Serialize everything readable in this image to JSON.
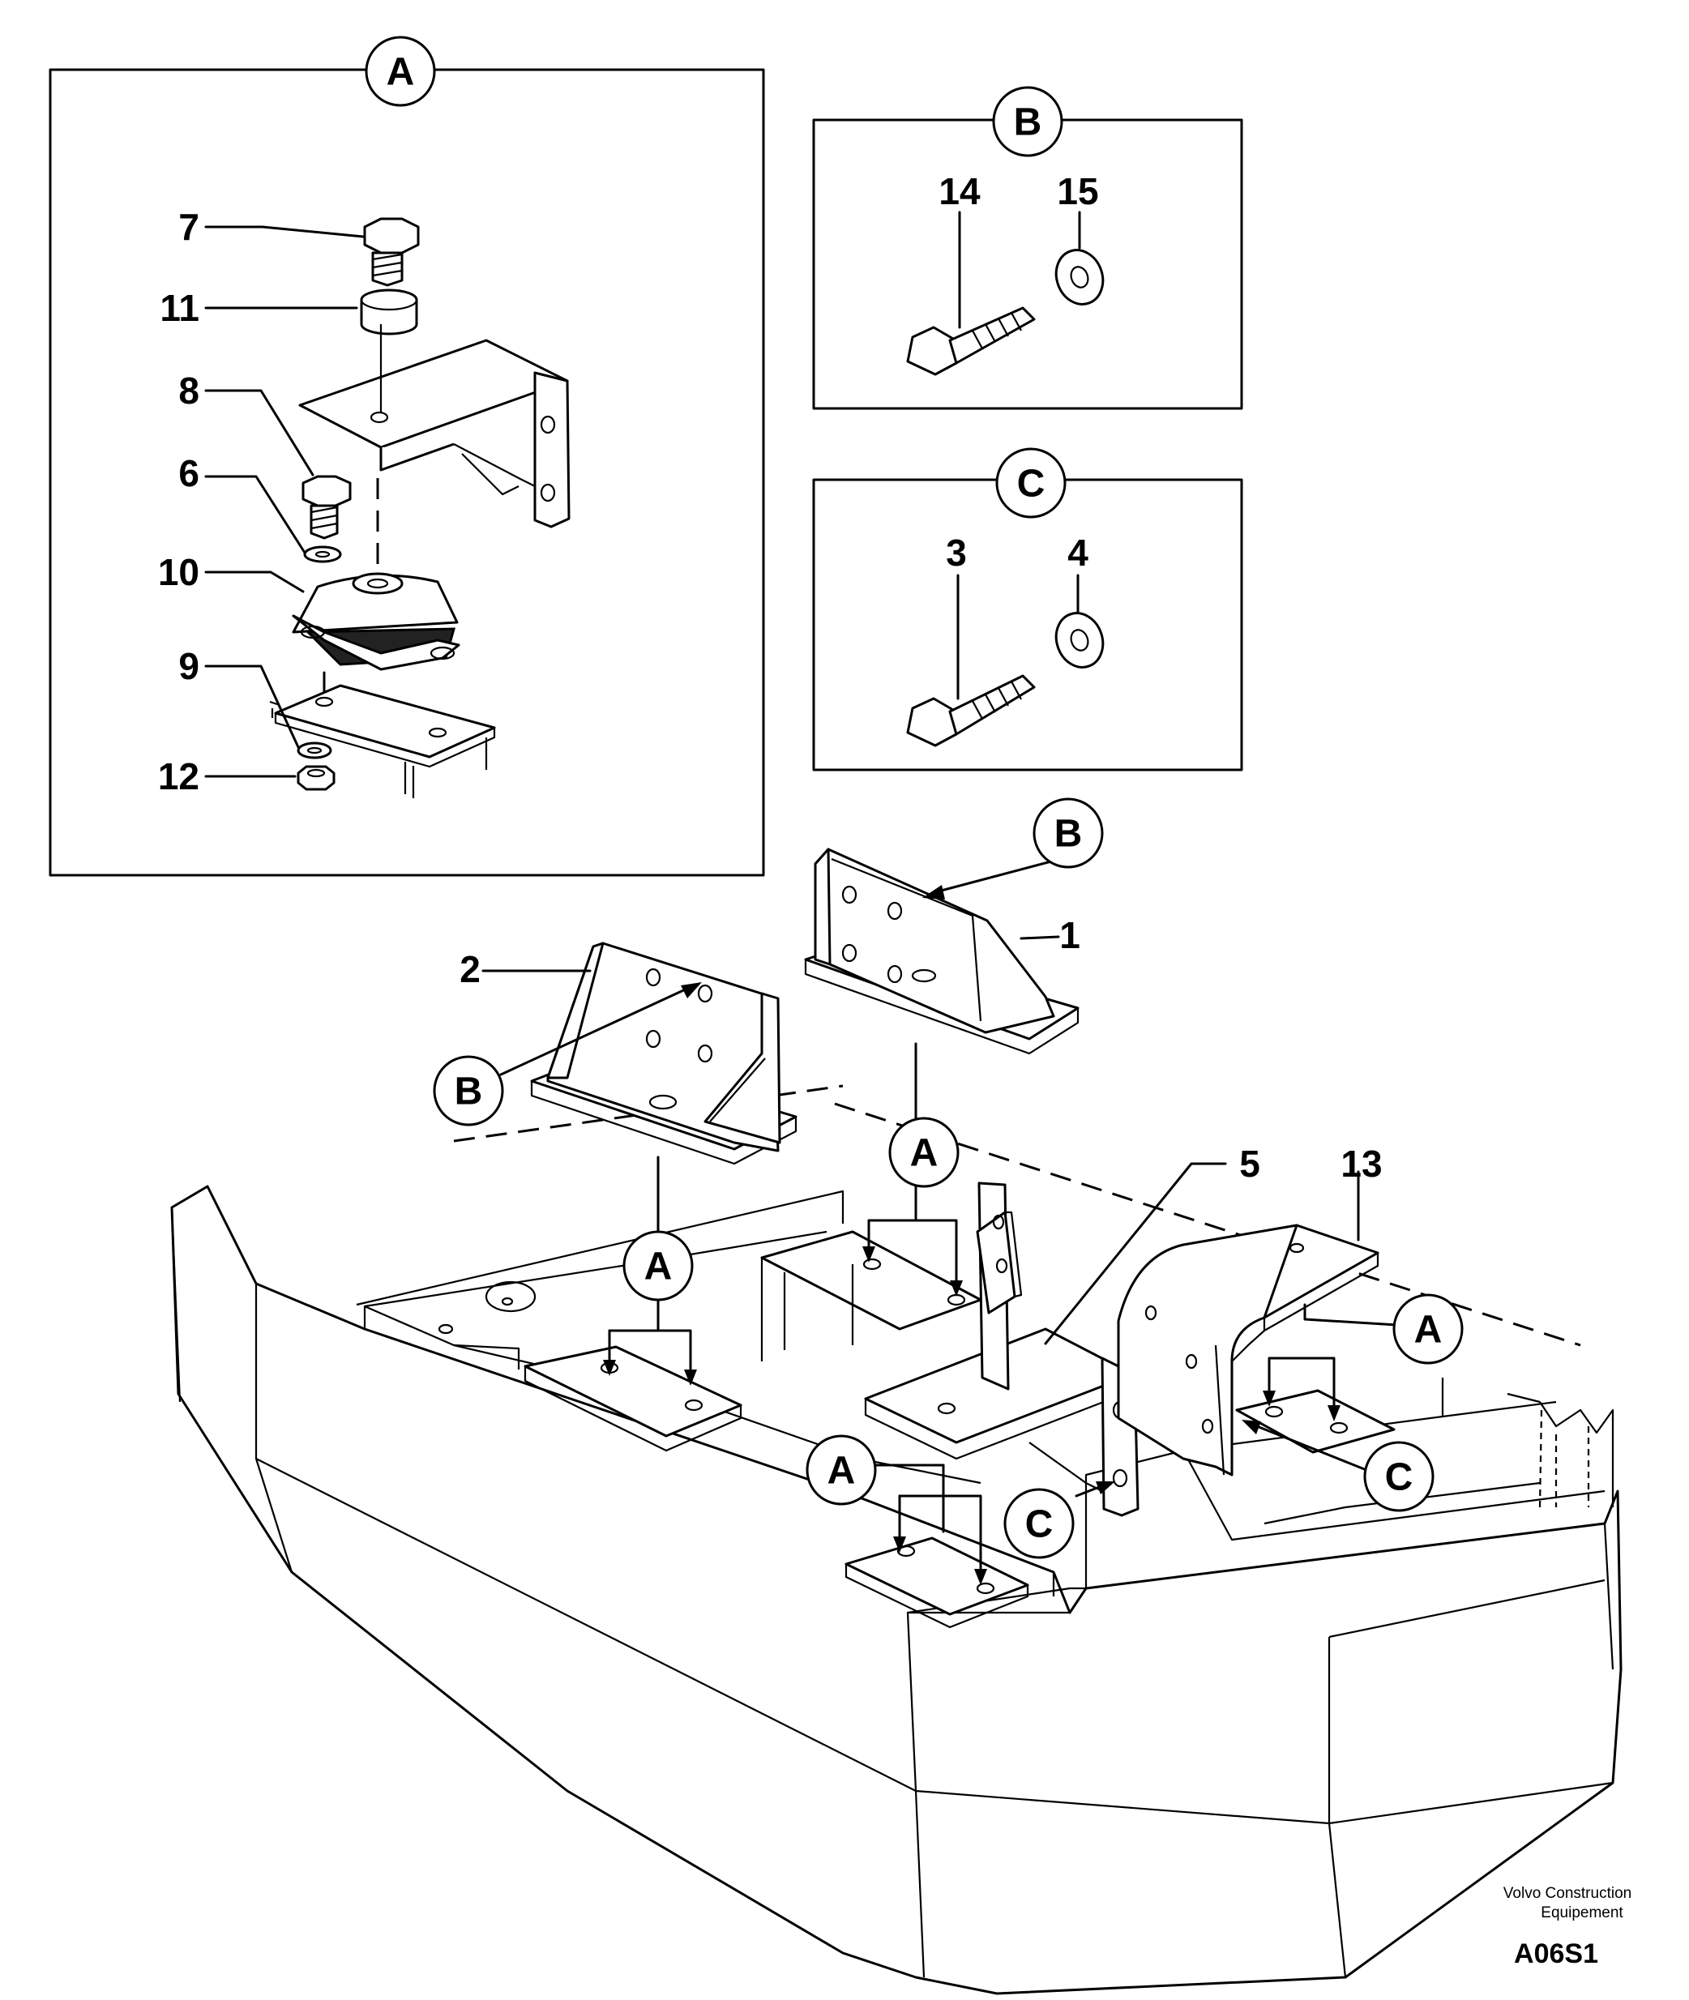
{
  "detail_a": {
    "label": "A",
    "parts": [
      "7",
      "11",
      "8",
      "6",
      "10",
      "9",
      "12"
    ]
  },
  "detail_b": {
    "label": "B",
    "parts": [
      "14",
      "15"
    ]
  },
  "detail_c": {
    "label": "C",
    "parts": [
      "3",
      "4"
    ]
  },
  "main_parts": [
    "1",
    "2",
    "5",
    "13"
  ],
  "callouts": {
    "a": "A",
    "b": "B",
    "c": "C"
  },
  "brand": {
    "line1": "Volvo Construction",
    "line2": "Equipement"
  },
  "drawing_code": "A06S1"
}
